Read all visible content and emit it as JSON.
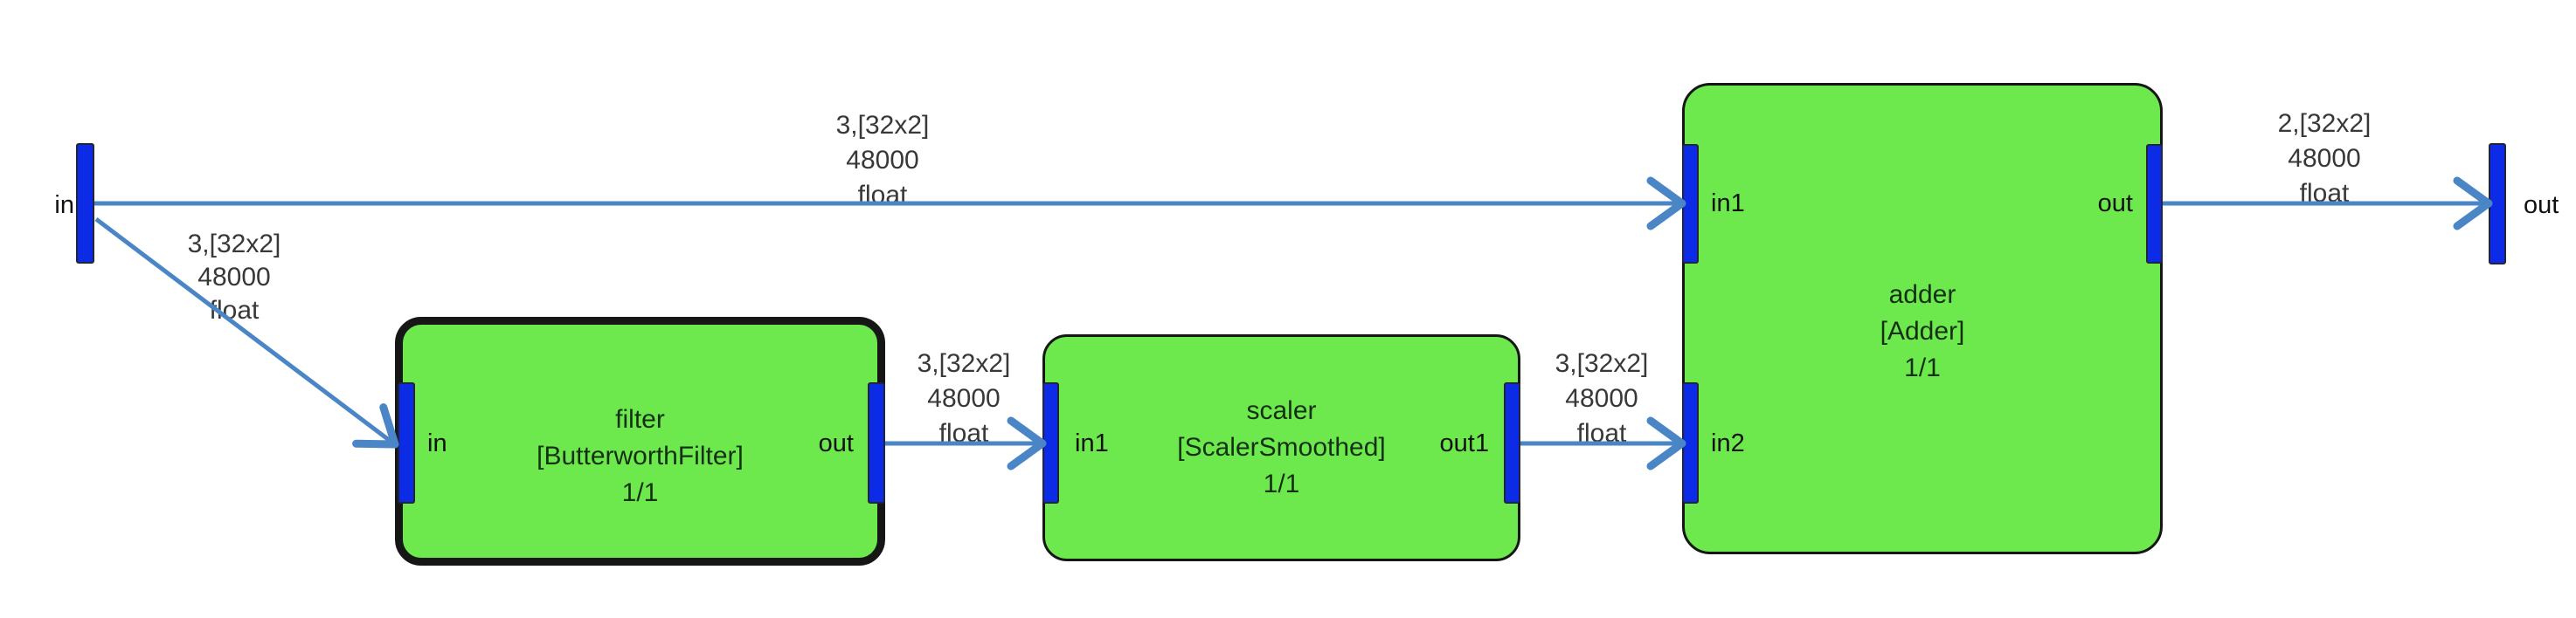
{
  "diagram": {
    "terminals": {
      "source": {
        "label": "in"
      },
      "sink": {
        "label": "out"
      }
    },
    "nodes": [
      {
        "title": "filter",
        "type": "[ButterworthFilter]",
        "ratio": "1/1",
        "selected": true,
        "ports": {
          "in": "in",
          "out": "out"
        }
      },
      {
        "title": "scaler",
        "type": "[ScalerSmoothed]",
        "ratio": "1/1",
        "selected": false,
        "ports": {
          "in": "in1",
          "out": "out1"
        }
      },
      {
        "title": "adder",
        "type": "[Adder]",
        "ratio": "1/1",
        "selected": false,
        "ports": {
          "in1": "in1",
          "in2": "in2",
          "out": "out"
        }
      }
    ],
    "edges": [
      {
        "from": "in",
        "to": "adder.in1",
        "size": "3,[32x2]",
        "rate": "48000",
        "dtype": "float"
      },
      {
        "from": "in",
        "to": "filter.in",
        "size": "3,[32x2]",
        "rate": "48000",
        "dtype": "float"
      },
      {
        "from": "filter.out",
        "to": "scaler.in1",
        "size": "3,[32x2]",
        "rate": "48000",
        "dtype": "float"
      },
      {
        "from": "scaler.out1",
        "to": "adder.in2",
        "size": "3,[32x2]",
        "rate": "48000",
        "dtype": "float"
      },
      {
        "from": "adder.out",
        "to": "out",
        "size": "2,[32x2]",
        "rate": "48000",
        "dtype": "float"
      }
    ],
    "colors": {
      "background": "#FFFFFF",
      "node_fill": "#6DE94D",
      "node_border": "#161616",
      "node_text": "#143014",
      "port_fill": "#0B2BE6",
      "port_border": "#23233A",
      "port_label_text": "#111111",
      "edge": "#4A86C6",
      "edge_label_text": "#383838"
    }
  }
}
